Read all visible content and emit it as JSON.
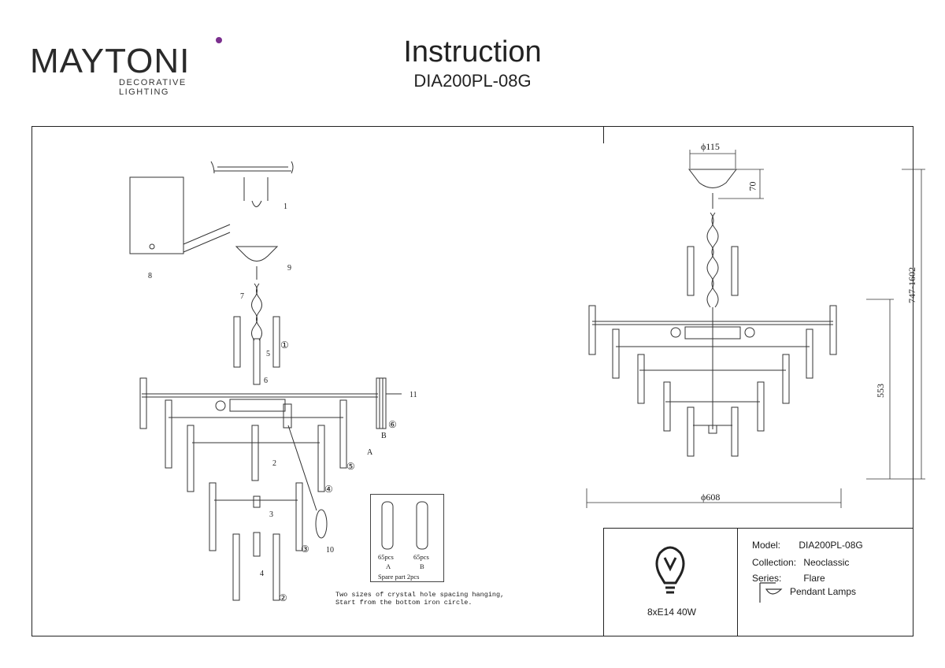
{
  "brand": {
    "name": "MAYTONI",
    "tagline": "DECORATIVE LIGHTING"
  },
  "header": {
    "title": "Instruction",
    "model": "DIA200PL-08G"
  },
  "dimensions": {
    "canopy_diameter": "ϕ115",
    "canopy_height": "70",
    "total_height": "747-1602",
    "body_height": "553",
    "diameter": "ϕ608"
  },
  "callouts": [
    "1",
    "2",
    "3",
    "4",
    "5",
    "6",
    "7",
    "8",
    "9",
    "10",
    "11"
  ],
  "circled": [
    "①",
    "②",
    "③",
    "④",
    "⑤",
    "⑥"
  ],
  "letters": {
    "a": "A",
    "b": "B"
  },
  "spare": {
    "a_count": "65pcs",
    "b_count": "65pcs",
    "a_label": "A",
    "b_label": "B",
    "caption": "Spare part 2pcs"
  },
  "note": {
    "line1": "Two sizes of crystal hole spacing hanging,",
    "line2": "Start from the bottom iron circle."
  },
  "specs": {
    "power": "8xE14 40W",
    "model_label": "Model:",
    "model_value": "DIA200PL-08G",
    "collection_label": "Collection:",
    "collection_value": "Neoclassic",
    "series_label": "Series:",
    "series_value": "Flare",
    "type_value": "Pendant Lamps"
  }
}
